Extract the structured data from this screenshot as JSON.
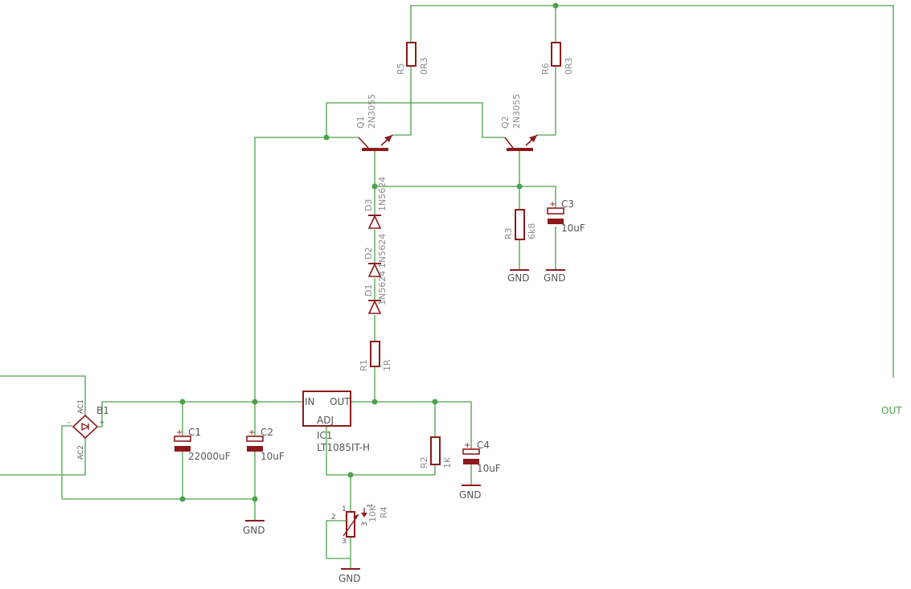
{
  "components": {
    "R5": {
      "name": "R5",
      "value": "0R3"
    },
    "R6": {
      "name": "R6",
      "value": "0R3"
    },
    "Q1": {
      "name": "Q1",
      "value": "2N3055"
    },
    "Q2": {
      "name": "Q2",
      "value": "2N3055"
    },
    "D3": {
      "name": "D3",
      "value": "1N5624"
    },
    "D2": {
      "name": "D2",
      "value": "1N5624"
    },
    "D1": {
      "name": "D1",
      "value": "1N5624"
    },
    "R1": {
      "name": "R1",
      "value": "1R"
    },
    "R3": {
      "name": "R3",
      "value": "6k8"
    },
    "C3": {
      "name": "C3",
      "value": "10uF"
    },
    "B1": {
      "name": "B1",
      "pins": {
        "ac1": "AC1",
        "ac2": "AC2",
        "plus": "+",
        "minus": "-"
      }
    },
    "C1": {
      "name": "C1",
      "value": "22000uF"
    },
    "C2": {
      "name": "C2",
      "value": "10uF"
    },
    "IC1": {
      "name": "IC1",
      "value": "LT1085IT-H",
      "pins": {
        "in": "IN",
        "out": "OUT",
        "adj": "ADJ"
      }
    },
    "R2": {
      "name": "R2",
      "value": "1K"
    },
    "C4": {
      "name": "C4",
      "value": "10uF"
    },
    "R4": {
      "name": "R4",
      "value": "10K",
      "pins": {
        "p1": "1",
        "p2": "2",
        "p3": "3"
      }
    }
  },
  "nets": {
    "gnd": "GND",
    "out": "OUT"
  },
  "colors": {
    "wire": "#4ca24c",
    "part": "#8c1a1a",
    "label": "#8c8c8c"
  }
}
